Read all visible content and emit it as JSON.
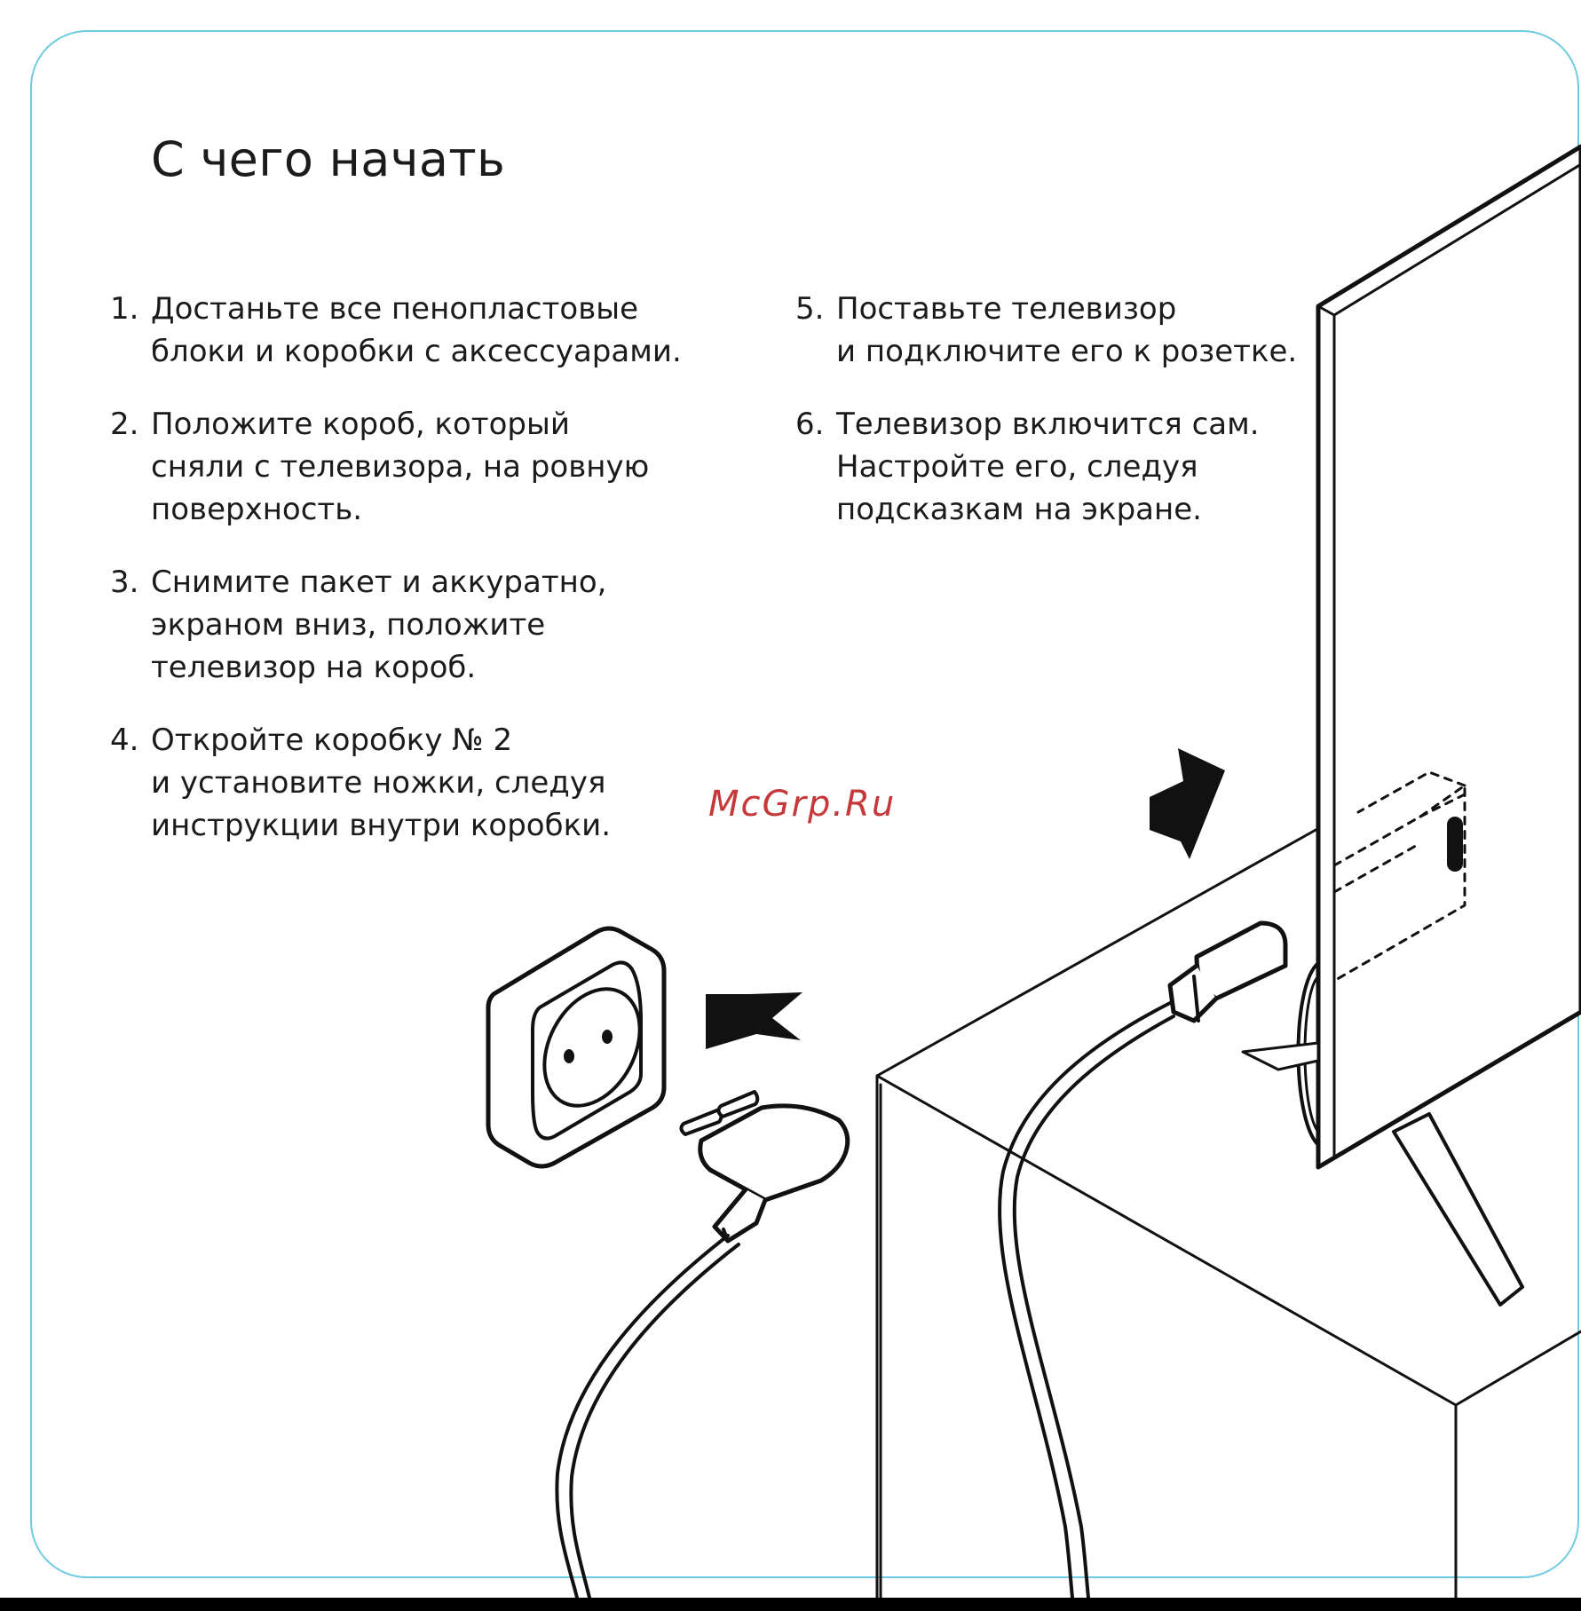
{
  "title": "С чего начать",
  "steps": [
    {
      "number": "1.",
      "text": "Достаньте все пенопластовые\nблоки и коробки с аксессуарами."
    },
    {
      "number": "2.",
      "text": "Положите короб, который\nсняли с телевизора, на ровную\nповерхность."
    },
    {
      "number": "3.",
      "text": "Снимите пакет и аккуратно,\nэкраном вниз, положите\nтелевизор на короб."
    },
    {
      "number": "4.",
      "text": "Откройте коробку № 2\nи установите ножки, следуя\nинструкции внутри коробки."
    },
    {
      "number": "5.",
      "text": "Поставьте телевизор\nи подключите его к розетке."
    },
    {
      "number": "6.",
      "text": "Телевизор включится сам.\nНастройте его, следуя\nподсказкам на экране."
    }
  ],
  "watermark": "McGrp.Ru",
  "colors": {
    "frame": "#6fcbe0",
    "watermark": "#c6393b",
    "text": "#1b1b1b"
  },
  "illustration": {
    "icons": [
      "wall-socket-icon",
      "plug-icon",
      "arrow-icon",
      "tv-icon",
      "cabinet-icon"
    ]
  }
}
